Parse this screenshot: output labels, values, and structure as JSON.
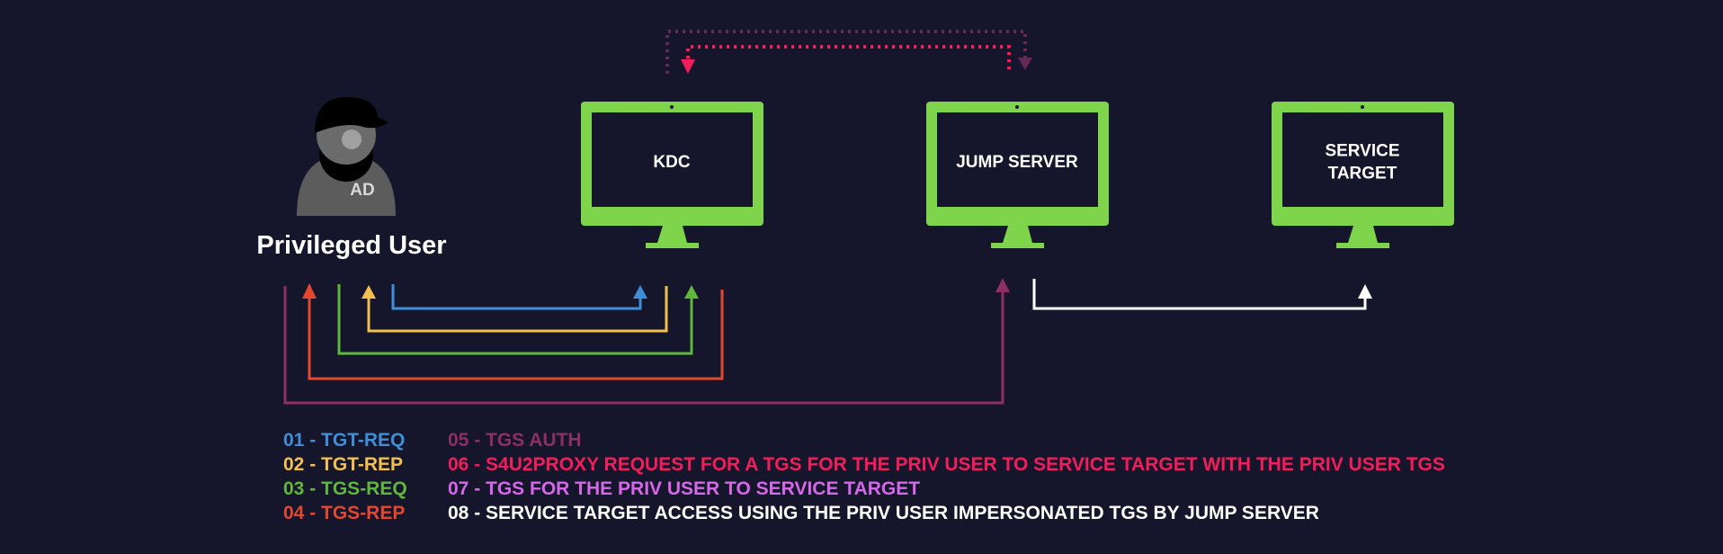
{
  "user": {
    "name": "Privileged User",
    "badge": "AD"
  },
  "nodes": [
    {
      "id": "kdc",
      "lines": [
        "KDC"
      ]
    },
    {
      "id": "jump",
      "lines": [
        "JUMP SERVER"
      ]
    },
    {
      "id": "target",
      "lines": [
        "SERVICE",
        "TARGET"
      ]
    }
  ],
  "colors": {
    "background": "#15152b",
    "monitor": "#7ed54b",
    "step01": "#3e8fd8",
    "step02": "#f1c04f",
    "step03": "#5fb83b",
    "step04": "#e2482e",
    "step05": "#8e2f63",
    "step06": "#f21d5a",
    "step07": "#d667e8",
    "step08": "#ffffff",
    "step06_link": "#62295a"
  },
  "legend": {
    "left": [
      "01 - TGT-REQ",
      "02 - TGT-REP",
      "03 - TGS-REQ",
      "04 - TGS-REP"
    ],
    "right": [
      "05 - TGS AUTH",
      "06 - S4U2PROXY REQUEST FOR A TGS FOR THE PRIV USER TO SERVICE TARGET WITH THE PRIV USER TGS",
      "07 - TGS FOR THE PRIV USER TO SERVICE TARGET",
      "08 - SERVICE TARGET ACCESS USING THE PRIV USER IMPERSONATED TGS BY JUMP SERVER"
    ]
  }
}
